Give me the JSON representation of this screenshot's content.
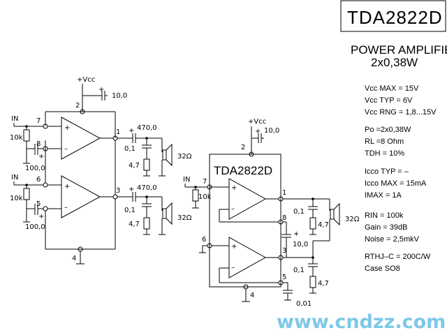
{
  "title": "TDA2822D",
  "subtitle": "POWER AMPLIFIER",
  "subtitle2": "2x0,38W",
  "watermark": "www.cndzz.com",
  "specs": [
    "Vcc MAX = 15V",
    "Vcc TYP = 6V",
    "Vcc RNG = 1,8...15V",
    "Po  =2x0,38W",
    "RL  =8 Ohm",
    "TDH = 10%",
    "Icco TYP = –",
    "Icco MAX = 15mA",
    "IMAX  =     1A",
    "RIN   =   100k",
    "Gain  =  39dB",
    "Noise = 2,5mkV",
    "RTHJ–C = 200C/W",
    "Case  SO8"
  ],
  "left": {
    "vcc": "+Vcc",
    "c_supply": "10,0",
    "in1": "IN",
    "in2": "IN",
    "r_in1": "10k",
    "r_in2": "10k",
    "c_fb1": "100,0",
    "c_fb2": "100,0",
    "c_out1": "470,0",
    "c_out2": "470,0",
    "c_zob1": "0,1",
    "c_zob2": "0,1",
    "r_zob1": "4,7",
    "r_zob2": "4,7",
    "spk1": "32Ω",
    "spk2": "32Ω",
    "pins": [
      "2",
      "7",
      "8",
      "1",
      "6",
      "5",
      "3",
      "4"
    ]
  },
  "right": {
    "chip": "TDA2822D",
    "vcc": "+Vcc",
    "c_supply": "10,0",
    "in": "IN",
    "r_in": "10k",
    "c_zob1": "0,1",
    "c_zob2": "0,1",
    "r_zob1": "4,7",
    "r_zob2": "4,7",
    "c_bridge": "10,0",
    "c_bias": "0,01",
    "spk": "32Ω",
    "pins": [
      "2",
      "7",
      "1",
      "8",
      "6",
      "3",
      "5",
      "4"
    ]
  }
}
